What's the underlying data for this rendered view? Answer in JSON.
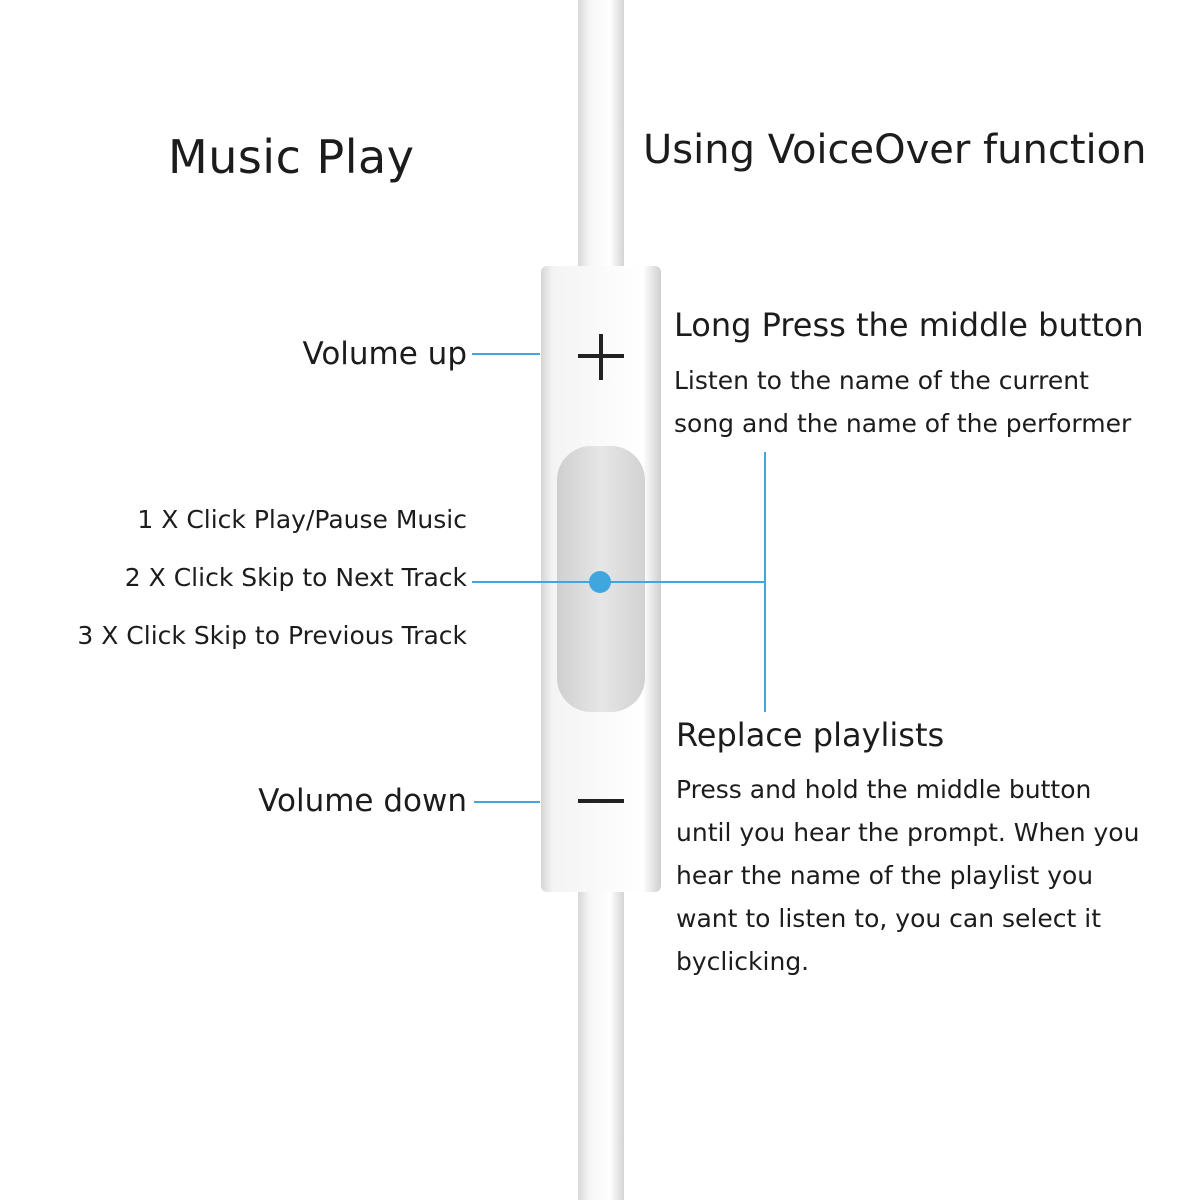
{
  "headings": {
    "music_play": "Music Play",
    "voiceover": "Using VoiceOver function"
  },
  "left_labels": {
    "volume_up": "Volume up",
    "click_1": "1 X Click Play/Pause Music",
    "click_2": "2 X Click Skip to Next Track",
    "click_3": "3 X Click Skip to Previous Track",
    "volume_down": "Volume down"
  },
  "right_sections": {
    "long_press_title": "Long Press the middle button",
    "long_press_lines": [
      "Listen to the name of the current",
      "song and the name of the performer"
    ],
    "replace_title": "Replace playlists",
    "replace_lines": [
      "Press and hold the middle button",
      "until you hear the prompt. When you",
      "hear the name of the playlist you",
      "want to listen to, you can select it",
      "byclicking."
    ]
  },
  "colors": {
    "callout": "#3fa6de",
    "remote_body": "#ffffff",
    "remote_shadow": "#d9d9d9",
    "middle_button": "#dedede"
  },
  "icons": {
    "plus": "plus-icon",
    "minus": "minus-icon",
    "dot": "center-dot-icon"
  }
}
